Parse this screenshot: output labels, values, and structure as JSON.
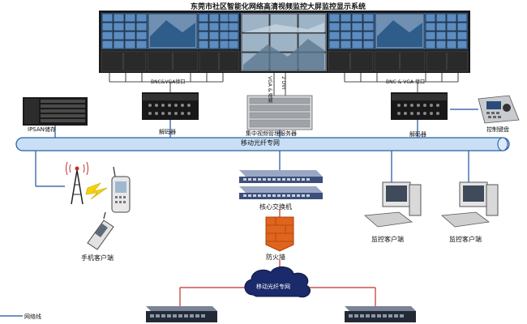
{
  "title": "东莞市社区智能化网络高清视频监控大屏监控显示系统",
  "interfaces": {
    "left": "BNC&VGA接口",
    "right": "BNC & VGA 接口",
    "center_a": "VGA & 视频",
    "center_b": "2 DVI"
  },
  "devices": {
    "ipsan": "IPSAN储存",
    "decoder_left": "解码器",
    "server": "集中视频管理服务器",
    "decoder_right": "解码器",
    "keyboard": "控制键盘",
    "switch": "核心交换机",
    "firewall": "防火墙",
    "mobile_client": "手机客户端",
    "monitor_client_1": "监控客户端",
    "monitor_client_2": "监控客户端"
  },
  "network": {
    "backbone": "移动光纤专网",
    "cloud": "移动光纤专网"
  },
  "legend": {
    "line_label": "网络线"
  },
  "colors": {
    "backbone_fill": "#c9dff5",
    "backbone_stroke": "#2b5fa8",
    "blue_line": "#1f4fa0",
    "red_line": "#c0312b",
    "cloud": "#1a2a6b",
    "rack": "#1a1a1a",
    "firewall": "#e0641e"
  }
}
